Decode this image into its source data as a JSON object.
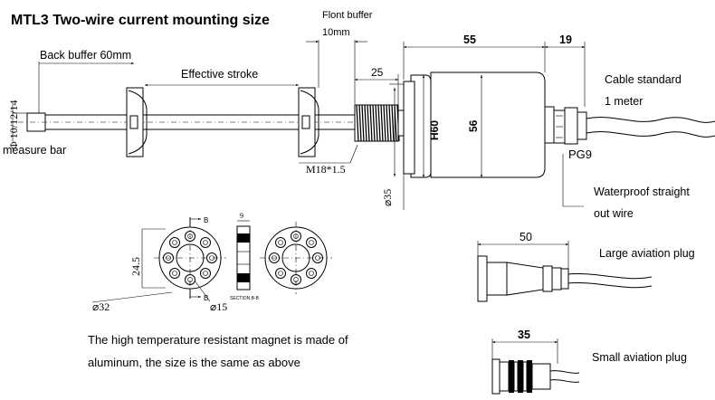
{
  "title": "MTL3 Two-wire current mounting size",
  "labels": {
    "front_buffer": "Flont buffer",
    "front_buffer_len": "10mm",
    "back_buffer": "Back buffer 60mm",
    "effective_stroke": "Effective stroke",
    "dia_measure_bar": "Φ 10/12/14",
    "measure_bar": "measure bar",
    "thread": "M18*1.5",
    "dim_25": "25",
    "dim_55": "55",
    "dim_19": "19",
    "dim_h60": "H60",
    "dim_56": "56",
    "dim_35": "⌀35",
    "cable_standard": "Cable standard",
    "cable_length": "1 meter",
    "pg9": "PG9",
    "waterproof_line1": "Waterproof straight",
    "waterproof_line2": "out wire",
    "dim_24_5": "24.5",
    "dim_32": "⌀32",
    "dim_15": "⌀15",
    "section_b": "B",
    "section_label": "SECTION B-B",
    "dim_9": "9",
    "dim_50": "50",
    "large_plug": "Large aviation plug",
    "dim_35b": "35",
    "small_plug": "Small aviation plug",
    "magnet_note_line1": "The high temperature resistant magnet is made of",
    "magnet_note_line2": "aluminum, the size is the same as above"
  }
}
